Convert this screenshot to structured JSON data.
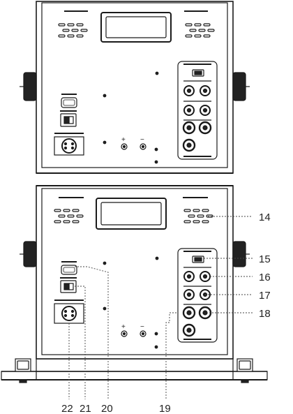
{
  "callouts": {
    "n14": "14",
    "n15": "15",
    "n16": "16",
    "n17": "17",
    "n18": "18",
    "n19": "19",
    "n20": "20",
    "n21": "21",
    "n22": "22"
  },
  "panel_marks": {
    "plus": "+",
    "minus": "−"
  },
  "colors": {
    "line": "#1a1a1a",
    "fill_dark": "#222222",
    "fill_light": "#ffffff"
  }
}
